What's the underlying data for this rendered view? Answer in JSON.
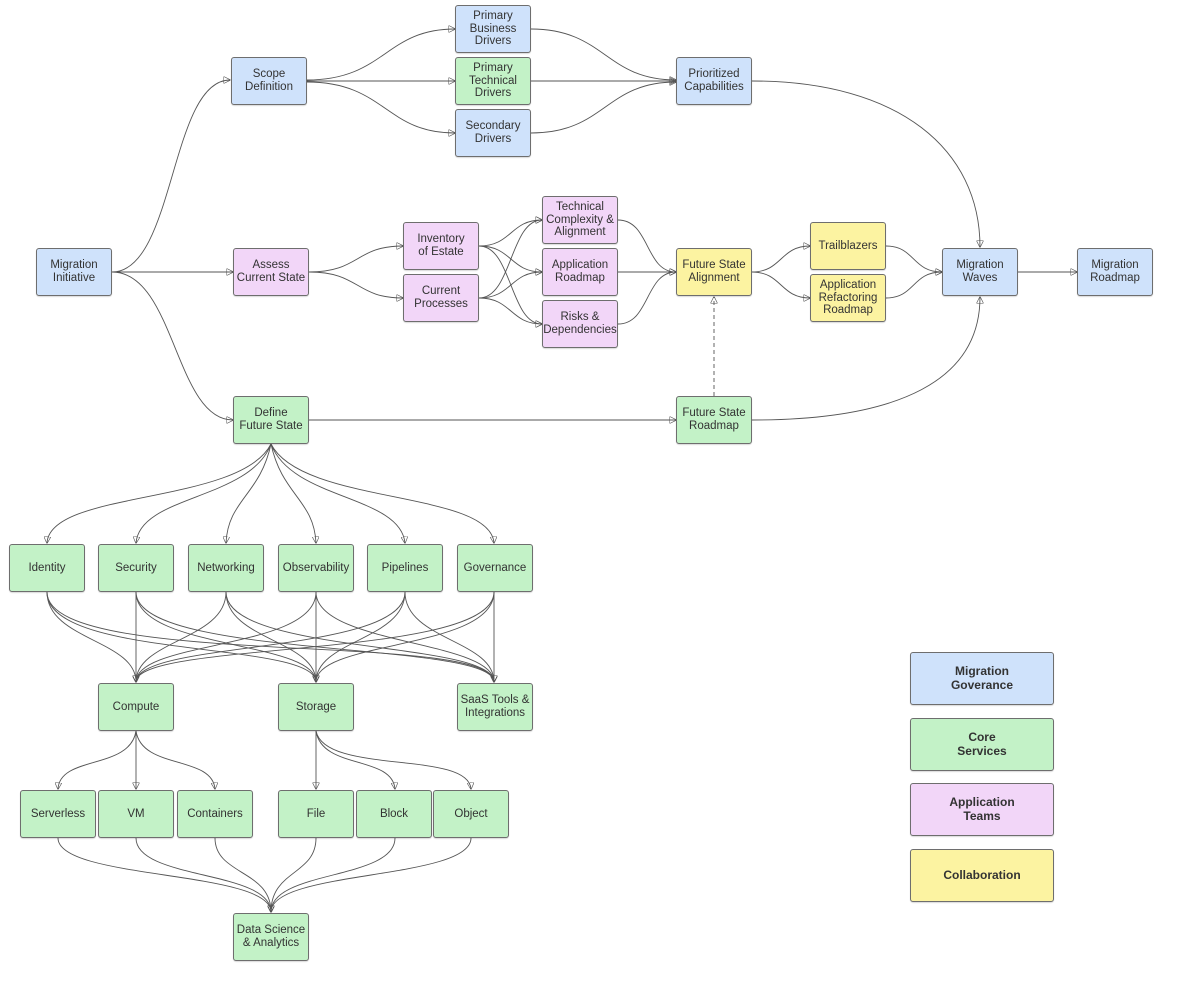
{
  "colors": {
    "migration_governance": "#cfe2fb",
    "core_services": "#c3f2c7",
    "application_teams": "#f2d6f8",
    "collaboration": "#fcf3a1",
    "edge": "#555555"
  },
  "nodes": {
    "migration_initiative": "Migration\nInitiative",
    "scope_definition": "Scope\nDefinition",
    "primary_business_drivers": "Primary\nBusiness\nDrivers",
    "primary_technical_drivers": "Primary\nTechnical\nDrivers",
    "secondary_drivers": "Secondary\nDrivers",
    "prioritized_capabilities": "Prioritized\nCapabilities",
    "assess_current_state": "Assess\nCurrent State",
    "inventory_of_estate": "Inventory\nof Estate",
    "current_processes": "Current\nProcesses",
    "technical_complexity": "Technical\nComplexity &\nAlignment",
    "application_roadmap": "Application\nRoadmap",
    "risks_dependencies": "Risks &\nDependencies",
    "future_state_alignment": "Future State\nAlignment",
    "trailblazers": "Trailblazers",
    "application_refactoring_roadmap": "Application\nRefactoring\nRoadmap",
    "migration_waves": "Migration\nWaves",
    "migration_roadmap": "Migration\nRoadmap",
    "define_future_state": "Define\nFuture State",
    "future_state_roadmap": "Future State\nRoadmap",
    "identity": "Identity",
    "security": "Security",
    "networking": "Networking",
    "observability": "Observability",
    "pipelines": "Pipelines",
    "governance": "Governance",
    "compute": "Compute",
    "storage": "Storage",
    "saas_tools": "SaaS Tools &\nIntegrations",
    "serverless": "Serverless",
    "vm": "VM",
    "containers": "Containers",
    "file": "File",
    "block": "Block",
    "object": "Object",
    "data_science": "Data Science\n& Analytics"
  },
  "legend": {
    "migration_governance": "Migration\nGoverance",
    "core_services": "Core\nServices",
    "application_teams": "Application\nTeams",
    "collaboration": "Collaboration"
  }
}
